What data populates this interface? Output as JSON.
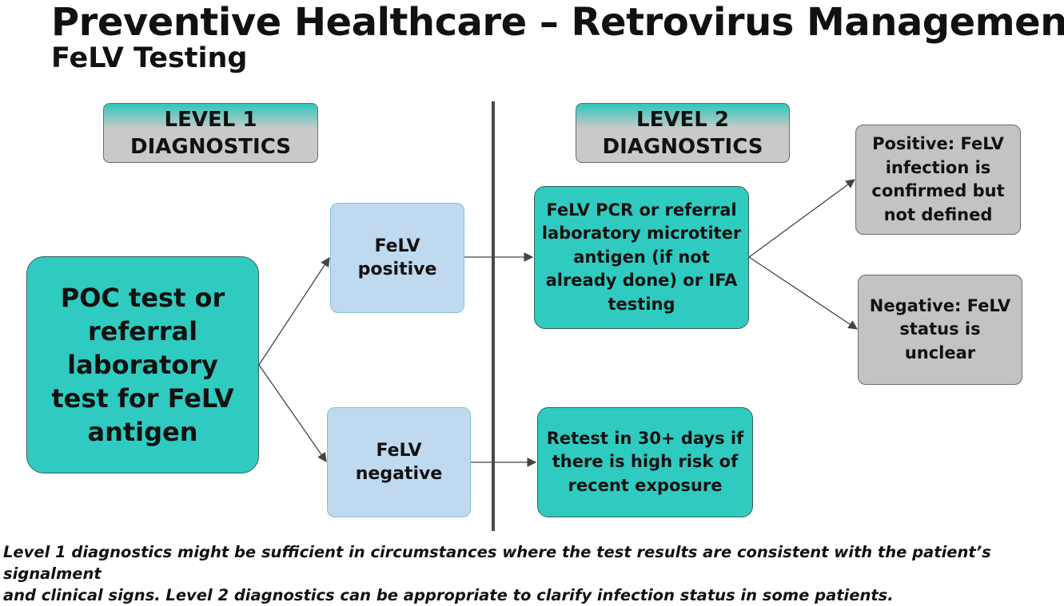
{
  "title": "Preventive Healthcare – Retrovirus Management",
  "subtitle": "FeLV Testing",
  "levels": {
    "level1": "LEVEL 1\nDIAGNOSTICS",
    "level2": "LEVEL 2\nDIAGNOSTICS"
  },
  "nodes": {
    "poc_test": "POC test or referral laboratory test for FeLV antigen",
    "felv_positive": "FeLV positive",
    "felv_negative": "FeLV negative",
    "pcr_testing": "FeLV PCR or referral laboratory microtiter antigen (if not already done) or IFA testing",
    "retest": "Retest in 30+ days if there is high risk of recent exposure",
    "positive_outcome": "Positive: FeLV infection is confirmed but not defined",
    "negative_outcome": "Negative: FeLV status is unclear"
  },
  "footnote": "Level 1 diagnostics might be sufficient in circumstances where the test results are consistent with the patient’s signalment\nand clinical signs. Level 2 diagnostics can be appropriate to clarify infection status in some patients.",
  "colors": {
    "teal": "#2fcbc0",
    "light_blue": "#bfd9ef",
    "grey": "#c3c3c3",
    "arrow": "#444444"
  }
}
